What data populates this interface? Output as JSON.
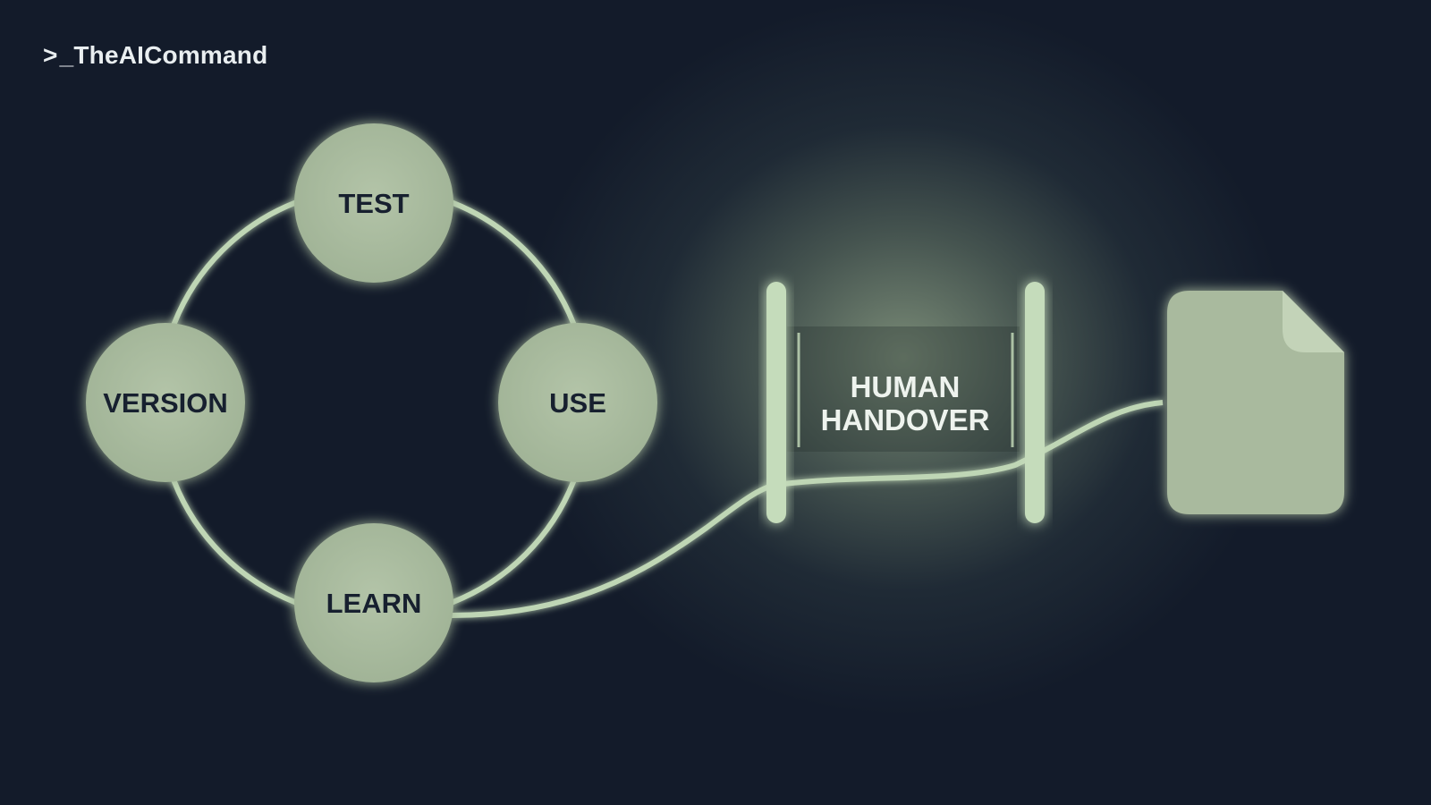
{
  "brand": {
    "prompt_glyph": ">",
    "name": "_TheAICommand"
  },
  "cycle": {
    "nodes": [
      {
        "id": "test",
        "label": "TEST"
      },
      {
        "id": "use",
        "label": "USE"
      },
      {
        "id": "learn",
        "label": "LEARN"
      },
      {
        "id": "version",
        "label": "VERSION"
      }
    ]
  },
  "handover": {
    "line1": "HUMAN",
    "line2": "HANDOVER"
  },
  "output": {
    "icon": "document-icon"
  },
  "colors": {
    "background": "#131b2a",
    "node_fill": "#a7b89c",
    "glow_line": "#bfd6b5",
    "node_text": "#17202f",
    "handover_text": "#eef3ee",
    "brand_text": "#e9eef0"
  }
}
